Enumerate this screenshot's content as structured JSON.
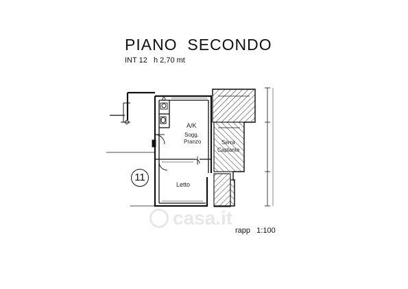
{
  "title": "PIANO  SECONDO",
  "subtitle": "INT 12   h 2,70 mt",
  "unit_number": "11",
  "scale_label": "rapp   1:100",
  "rooms": {
    "kitchen": [
      "A/K",
      "Sogg.",
      "Pranzo"
    ],
    "bedroom": "Letto",
    "greenhouse": [
      "Serra",
      "Captante"
    ]
  },
  "watermark": "casa.it",
  "colors": {
    "ink": "#111111",
    "hatch": "#333333"
  }
}
